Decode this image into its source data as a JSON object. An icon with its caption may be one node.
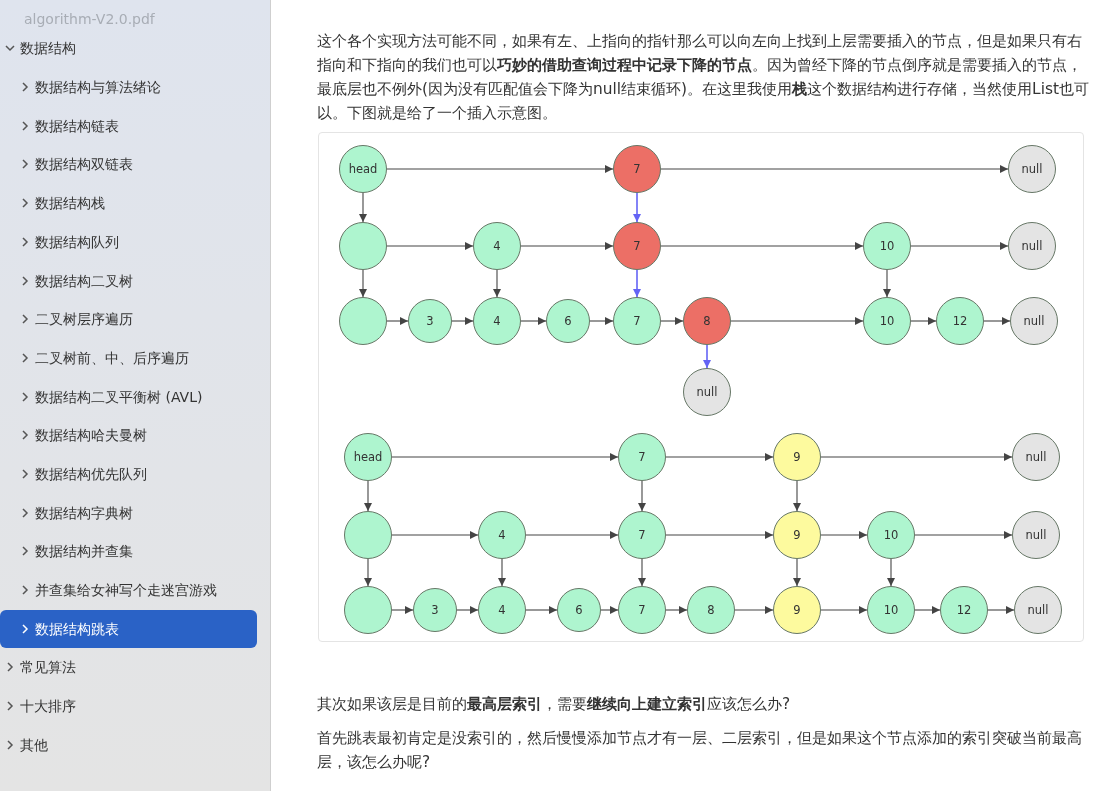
{
  "diagram": {
    "nodes": [
      {
        "text": [
          "head"
        ]
      },
      {
        "text": [
          "7"
        ]
      },
      {
        "text": [
          "null"
        ]
      },
      {
        "text": [],
        "shape": "circle"
      },
      {
        "text": [
          "4"
        ]
      },
      {
        "text": [
          "7"
        ]
      },
      {
        "text": [
          "10"
        ]
      },
      {
        "text": [
          "null"
        ]
      },
      {
        "text": [],
        "shape": "circle"
      },
      {
        "text": [
          "3"
        ]
      },
      {
        "text": [
          "4"
        ]
      },
      {
        "text": [
          "6"
        ]
      },
      {
        "text": [
          "7"
        ]
      },
      {
        "text": [
          "8"
        ]
      },
      {
        "text": [
          "10"
        ]
      },
      {
        "text": [
          "12"
        ]
      },
      {
        "text": [
          "null"
        ]
      },
      {
        "text": [
          "null"
        ]
      },
      {
        "text": [
          "head"
        ]
      },
      {
        "text": [
          "7"
        ]
      },
      {
        "text": [
          "9"
        ]
      },
      {
        "text": [
          "null"
        ]
      },
      {
        "text": [],
        "shape": "circle"
      },
      {
        "text": [
          "4"
        ]
      },
      {
        "text": [
          "7"
        ]
      },
      {
        "text": [
          "9"
        ]
      },
      {
        "text": [
          "10"
        ]
      },
      {
        "text": [
          "null"
        ]
      },
      {
        "text": [],
        "shape": "circle"
      },
      {
        "text": [
          "3"
        ]
      },
      {
        "text": [
          "4"
        ]
      },
      {
        "text": [
          "6"
        ]
      },
      {
        "text": [
          "7"
        ]
      },
      {
        "text": [
          "8"
        ]
      },
      {
        "text": [
          "9"
        ]
      },
      {
        "text": [
          "10"
        ]
      },
      {
        "text": [
          "12"
        ]
      },
      {
        "text": [
          "null"
        ]
      }
    ],
    "edges": [
      {
        "from": 0,
        "to": 1,
        "arrow": "to"
      },
      {
        "from": 1,
        "to": 2,
        "arrow": "to"
      },
      {
        "from": 0,
        "to": 3,
        "arrow": "to"
      },
      {
        "from": 1,
        "to": 5,
        "arrow": "to",
        "color": "#6464f5"
      },
      {
        "from": 3,
        "to": 4,
        "arrow": "to"
      },
      {
        "from": 4,
        "to": 5,
        "arrow": "to"
      },
      {
        "from": 5,
        "to": 6,
        "arrow": "to"
      },
      {
        "from": 6,
        "to": 7,
        "arrow": "to"
      },
      {
        "from": 3,
        "to": 8,
        "arrow": "to"
      },
      {
        "from": 4,
        "to": 10,
        "arrow": "to"
      },
      {
        "from": 5,
        "to": 12,
        "arrow": "to",
        "color": "#6464f5"
      },
      {
        "from": 6,
        "to": 14,
        "arrow": "to"
      },
      {
        "from": 8,
        "to": 9,
        "arrow": "to"
      },
      {
        "from": 9,
        "to": 10,
        "arrow": "to"
      },
      {
        "from": 10,
        "to": 11,
        "arrow": "to"
      },
      {
        "from": 11,
        "to": 12,
        "arrow": "to"
      },
      {
        "from": 12,
        "to": 13,
        "arrow": "to"
      },
      {
        "from": 13,
        "to": 14,
        "arrow": "to"
      },
      {
        "from": 14,
        "to": 15,
        "arrow": "to"
      },
      {
        "from": 15,
        "to": 16,
        "arrow": "to"
      },
      {
        "from": 13,
        "to": 17,
        "arrow": "to",
        "color": "#6464f5"
      },
      {
        "from": 18,
        "to": 19,
        "arrow": "to"
      },
      {
        "from": 19,
        "to": 20,
        "arrow": "to"
      },
      {
        "from": 20,
        "to": 21,
        "arrow": "to"
      },
      {
        "from": 18,
        "to": 22,
        "arrow": "to"
      },
      {
        "from": 19,
        "to": 24,
        "arrow": "to"
      },
      {
        "from": 20,
        "to": 25,
        "arrow": "to"
      },
      {
        "from": 22,
        "to": 23,
        "arrow": "to"
      },
      {
        "from": 23,
        "to": 24,
        "arrow": "to"
      },
      {
        "from": 24,
        "to": 25,
        "arrow": "to"
      },
      {
        "from": 25,
        "to": 26,
        "arrow": "to"
      },
      {
        "from": 26,
        "to": 27,
        "arrow": "to"
      },
      {
        "from": 22,
        "to": 28,
        "arrow": "to"
      },
      {
        "from": 23,
        "to": 30,
        "arrow": "to"
      },
      {
        "from": 24,
        "to": 32,
        "arrow": "to"
      },
      {
        "from": 25,
        "to": 34,
        "arrow": "to"
      },
      {
        "from": 26,
        "to": 35,
        "arrow": "to"
      },
      {
        "from": 28,
        "to": 29,
        "arrow": "to"
      },
      {
        "from": 29,
        "to": 30,
        "arrow": "to"
      },
      {
        "from": 30,
        "to": 31,
        "arrow": "to"
      },
      {
        "from": 31,
        "to": 32,
        "arrow": "to"
      },
      {
        "from": 32,
        "to": 33,
        "arrow": "to"
      },
      {
        "from": 33,
        "to": 34,
        "arrow": "to"
      },
      {
        "from": 34,
        "to": 35,
        "arrow": "to"
      },
      {
        "from": 35,
        "to": 36,
        "arrow": "to"
      },
      {
        "from": 36,
        "to": 37,
        "arrow": "to"
      }
    ],
    "labels": [
      "algorithm-V2.0.pdf",
      "数据结构",
      "数据结构与算法绪论",
      "数据结构链表",
      "数据结构双链表",
      "数据结构栈",
      "数据结构队列",
      "数据结构二叉树",
      "二叉树层序遍历",
      "二叉树前、中、后序遍历",
      "数据结构二叉平衡树 (AVL)",
      "数据结构哈夫曼树",
      "数据结构优先队列",
      "数据结构字典树",
      "数据结构并查集",
      "并查集给女神写个走迷宫游戏",
      "数据结构跳表",
      "常见算法",
      "十大排序",
      "其他",
      "这个各个实现方法可能不同，如果有左、上指向的指针那么可以向左向上找到上层需要插入的节点，但是如果只有右指向和下指向的我们也可以**巧妙的借助查询过程中记录下降的节点**。因为曾经下降的节点倒序就是需要插入的节点，最底层也不例外(因为没有匹配值会下降为null结束循环)。在这里我使用**栈**这个数据结构进行存储，当然使用List也可以。下图就是给了一个插入示意图。",
      "其次如果该层是目前的**最高层索引**，需要**继续向上建立索引**应该怎么办?",
      "首先跳表最初肯定是没索引的，然后慢慢添加节点才有一层、二层索引，但是如果这个节点添加的索引突破当前最高层，该怎么办呢?"
    ]
  }
}
